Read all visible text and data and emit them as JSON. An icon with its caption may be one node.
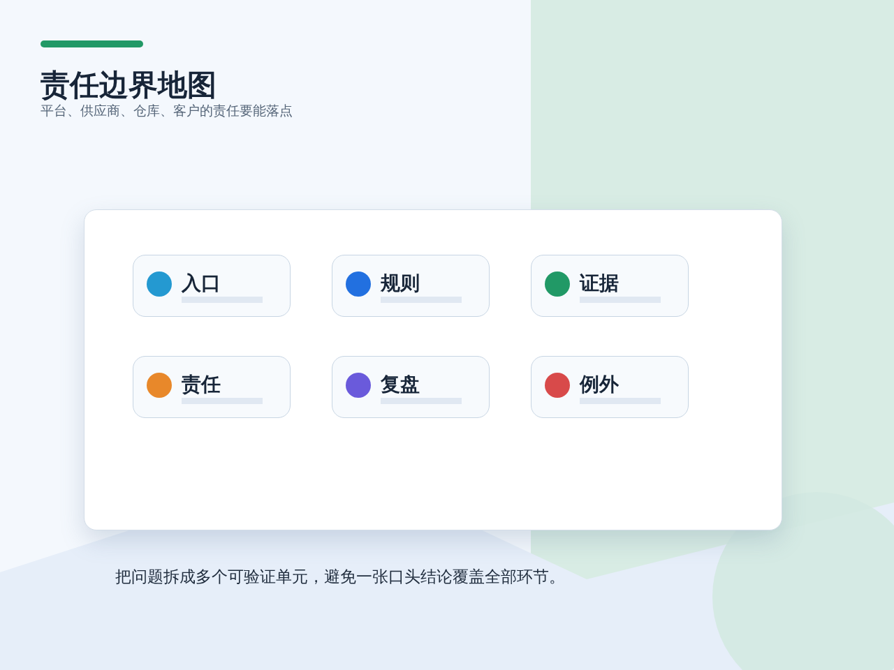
{
  "diagram": {
    "title": "责任边界地图",
    "caption": "把问题拆成多个可验证单元，避免一张口头结论覆盖全部环节。",
    "nodes": [
      {
        "text": [],
        "shape": "box"
      },
      {
        "text": [
          "入口"
        ],
        "in": 0
      },
      {
        "text": [
          "规则"
        ],
        "in": 0
      },
      {
        "text": [
          "证据"
        ],
        "in": 0
      },
      {
        "text": [
          "责任"
        ],
        "in": 0
      },
      {
        "text": [
          "复盘"
        ],
        "in": 0
      },
      {
        "text": [
          "例外"
        ],
        "in": 0
      }
    ],
    "labels": [
      "平台、供应商、仓库、客户的责任要能落点"
    ]
  }
}
